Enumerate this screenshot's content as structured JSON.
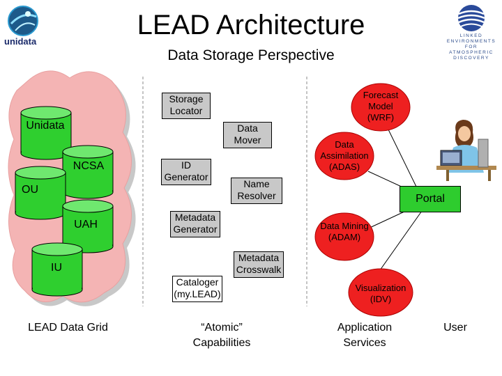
{
  "header": {
    "title": "LEAD Architecture",
    "subtitle": "Data Storage Perspective",
    "left_logo_text": "unidata",
    "right_logo_text": "LINKED ENVIRONMENTS FOR ATMOSPHERIC DISCOVERY"
  },
  "grid": {
    "sites": [
      "Unidata",
      "NCSA",
      "OU",
      "UAH",
      "IU"
    ],
    "label": "LEAD Data Grid"
  },
  "capabilities": {
    "items": [
      "Storage Locator",
      "Data Mover",
      "ID Generator",
      "Name Resolver",
      "Metadata Generator",
      "Metadata Crosswalk",
      "Cataloger (my.LEAD)"
    ],
    "label": "“Atomic” Capabilities"
  },
  "services": {
    "items": [
      "Forecast Model (WRF)",
      "Data Assimilation (ADAS)",
      "Data Mining (ADAM)",
      "Visualization (IDV)"
    ],
    "portal": "Portal",
    "label": "Application Services"
  },
  "user": {
    "label": "User"
  },
  "colors": {
    "cloud": "#f4b4b4",
    "cloud_shadow": "#c8c8c8",
    "cylinder": "#2fcf2f",
    "service_oval": "#ee2020",
    "portal": "#2ecc2e"
  }
}
